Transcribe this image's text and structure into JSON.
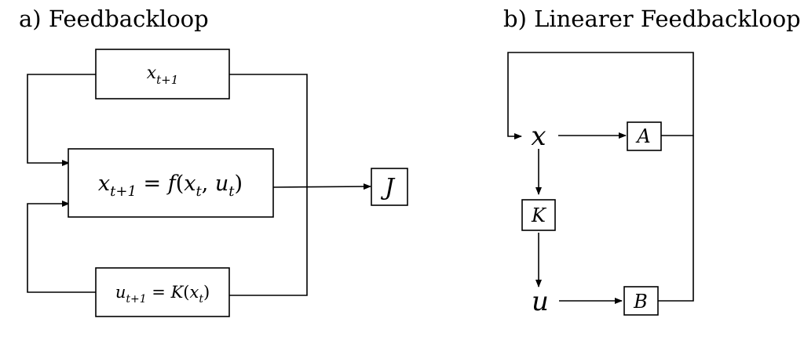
{
  "panel_a": {
    "title": "a) Feedbackloop",
    "box_next_state": {
      "var": "x",
      "sub": "t+1"
    },
    "box_dynamics": {
      "lhs_var": "x",
      "lhs_sub": "t+1",
      "op": " = ",
      "fn": "f",
      "open": "(",
      "arg1_var": "x",
      "arg1_sub": "t",
      "sep": ", ",
      "arg2_var": "u",
      "arg2_sub": "t",
      "close": ")"
    },
    "box_policy": {
      "lhs_var": "u",
      "lhs_sub": "t+1",
      "op": " = ",
      "fn": "K",
      "open": "(",
      "arg_var": "x",
      "arg_sub": "t",
      "close": ")"
    },
    "box_cost": "J"
  },
  "panel_b": {
    "title": "b) Linearer Feedbackloop",
    "node_x": "x",
    "node_u": "u",
    "box_A": "A",
    "box_K": "K",
    "box_B": "B"
  }
}
